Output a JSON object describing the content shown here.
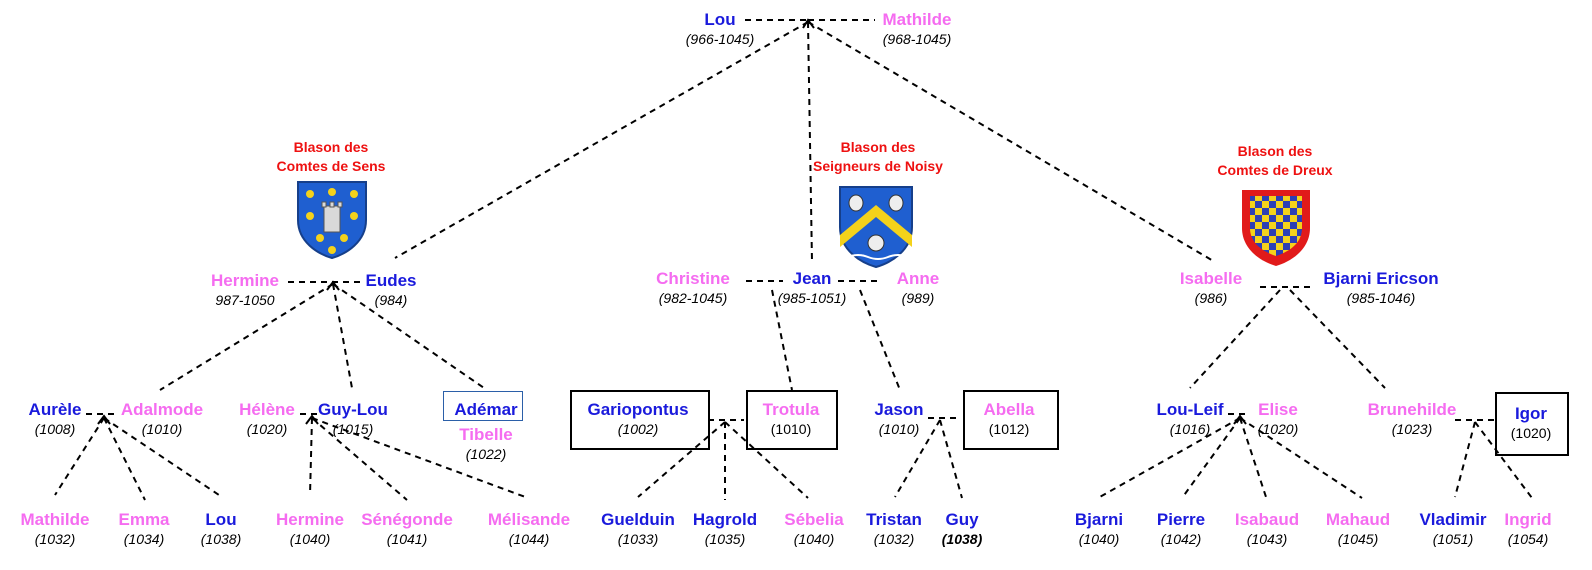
{
  "coats": [
    {
      "id": "sens",
      "line1": "Blason des",
      "line2": "Comtes de Sens",
      "icon": "shield-fleur-de-lis-tower-icon"
    },
    {
      "id": "noisy",
      "line1": "Blason des",
      "line2": "Seigneurs de Noisy",
      "icon": "shield-chevron-icon"
    },
    {
      "id": "dreux",
      "line1": "Blason des",
      "line2": "Comtes de Dreux",
      "icon": "shield-checky-icon"
    }
  ],
  "people": {
    "lou_root": {
      "name": "Lou",
      "dates": "(966-1045)",
      "sex": "m"
    },
    "mathilde_root": {
      "name": "Mathilde",
      "dates": "(968-1045)",
      "sex": "f"
    },
    "hermine_g1": {
      "name": "Hermine",
      "dates": "987-1050",
      "sex": "f"
    },
    "eudes": {
      "name": "Eudes",
      "dates": "(984)",
      "sex": "m"
    },
    "christine": {
      "name": "Christine",
      "dates": "(982-1045)",
      "sex": "f"
    },
    "jean": {
      "name": "Jean",
      "dates": "(985-1051)",
      "sex": "m"
    },
    "anne": {
      "name": "Anne",
      "dates": "(989)",
      "sex": "f"
    },
    "isabelle": {
      "name": "Isabelle",
      "dates": "(986)",
      "sex": "f"
    },
    "bjarni_ericson": {
      "name": "Bjarni Ericson",
      "dates": "(985-1046)",
      "sex": "m"
    },
    "aurele": {
      "name": "Aurèle",
      "dates": "(1008)",
      "sex": "m"
    },
    "adalmode": {
      "name": "Adalmode",
      "dates": "(1010)",
      "sex": "f"
    },
    "helene": {
      "name": "Hélène",
      "dates": "(1020)",
      "sex": "f"
    },
    "guy_lou": {
      "name": "Guy-Lou",
      "dates": "(1015)",
      "sex": "m"
    },
    "ademar": {
      "name": "Adémar",
      "dates": "",
      "sex": "m"
    },
    "tibelle": {
      "name": "Tibelle",
      "dates": "(1022)",
      "sex": "f"
    },
    "gariopontus": {
      "name": "Gariopontus",
      "dates": "(1002)",
      "sex": "m"
    },
    "trotula": {
      "name": "Trotula",
      "dates": "(1010)",
      "sex": "f"
    },
    "jason": {
      "name": "Jason",
      "dates": "(1010)",
      "sex": "m"
    },
    "abella": {
      "name": "Abella",
      "dates": "(1012)",
      "sex": "f"
    },
    "lou_leif": {
      "name": "Lou-Leif",
      "dates": "(1016)",
      "sex": "m"
    },
    "elise": {
      "name": "Elise",
      "dates": "(1020)",
      "sex": "f"
    },
    "brunehilde": {
      "name": "Brunehilde",
      "dates": "(1023)",
      "sex": "f"
    },
    "igor": {
      "name": "Igor",
      "dates": "(1020)",
      "sex": "m"
    },
    "mathilde_g3": {
      "name": "Mathilde",
      "dates": "(1032)",
      "sex": "f"
    },
    "emma": {
      "name": "Emma",
      "dates": "(1034)",
      "sex": "f"
    },
    "lou_g3": {
      "name": "Lou",
      "dates": "(1038)",
      "sex": "m"
    },
    "hermine_g3": {
      "name": "Hermine",
      "dates": "(1040)",
      "sex": "f"
    },
    "senegonde": {
      "name": "Sénégonde",
      "dates": "(1041)",
      "sex": "f"
    },
    "melisande": {
      "name": "Mélisande",
      "dates": "(1044)",
      "sex": "f"
    },
    "guelduin": {
      "name": "Guelduin",
      "dates": "(1033)",
      "sex": "m"
    },
    "hagrold": {
      "name": "Hagrold",
      "dates": "(1035)",
      "sex": "m"
    },
    "sebelia": {
      "name": "Sébelia",
      "dates": "(1040)",
      "sex": "f"
    },
    "tristan": {
      "name": "Tristan",
      "dates": "(1032)",
      "sex": "m"
    },
    "guy": {
      "name": "Guy",
      "dates": "(1038)",
      "sex": "m"
    },
    "bjarni": {
      "name": "Bjarni",
      "dates": "(1040)",
      "sex": "m"
    },
    "pierre": {
      "name": "Pierre",
      "dates": "(1042)",
      "sex": "m"
    },
    "isabaud": {
      "name": "Isabaud",
      "dates": "(1043)",
      "sex": "f"
    },
    "mahaud": {
      "name": "Mahaud",
      "dates": "(1045)",
      "sex": "f"
    },
    "vladimir": {
      "name": "Vladimir",
      "dates": "(1051)",
      "sex": "m"
    },
    "ingrid": {
      "name": "Ingrid",
      "dates": "(1054)",
      "sex": "f"
    }
  },
  "colors": {
    "male": "#1a1adc",
    "female": "#f56cf0",
    "coat_label": "#ee1111",
    "line": "#000000"
  }
}
